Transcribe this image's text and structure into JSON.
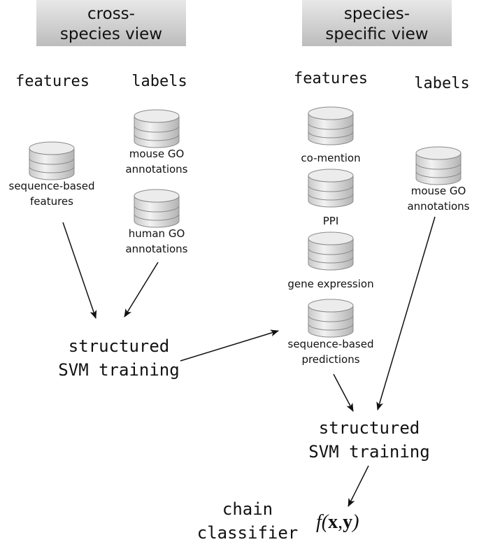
{
  "left_view": {
    "title_line1": "cross-",
    "title_line2": "species view",
    "features_header": "features",
    "labels_header": "labels",
    "feature_db": {
      "line1": "sequence-based",
      "line2": "features",
      "icon": "database-icon"
    },
    "label_dbs": [
      {
        "line1": "mouse GO",
        "line2": "annotations",
        "icon": "database-icon"
      },
      {
        "line1": "human GO",
        "line2": "annotations",
        "icon": "database-icon"
      }
    ],
    "training_line1": "structured",
    "training_line2": "SVM training"
  },
  "right_view": {
    "title_line1": "species-",
    "title_line2": "specific view",
    "features_header": "features",
    "labels_header": "labels",
    "feature_dbs": [
      {
        "line1": "co-mention",
        "icon": "database-icon"
      },
      {
        "line1": "PPI",
        "icon": "database-icon"
      },
      {
        "line1": "gene expression",
        "icon": "database-icon"
      },
      {
        "line1": "sequence-based",
        "line2": "predictions",
        "icon": "database-icon"
      }
    ],
    "label_db": {
      "line1": "mouse GO",
      "line2": "annotations",
      "icon": "database-icon"
    },
    "training_line1": "structured",
    "training_line2": "SVM training"
  },
  "output": {
    "label_line1": "chain",
    "label_line2": "classifier",
    "formula_f": "f(",
    "formula_x": "x",
    "formula_comma": ",",
    "formula_y": "y",
    "formula_close": ")"
  },
  "colors": {
    "title_box_top": "#e6e6e6",
    "title_box_bottom": "#bdbdbd",
    "db_fill": "#d9d9d9",
    "db_stroke": "#8a8a8a"
  }
}
